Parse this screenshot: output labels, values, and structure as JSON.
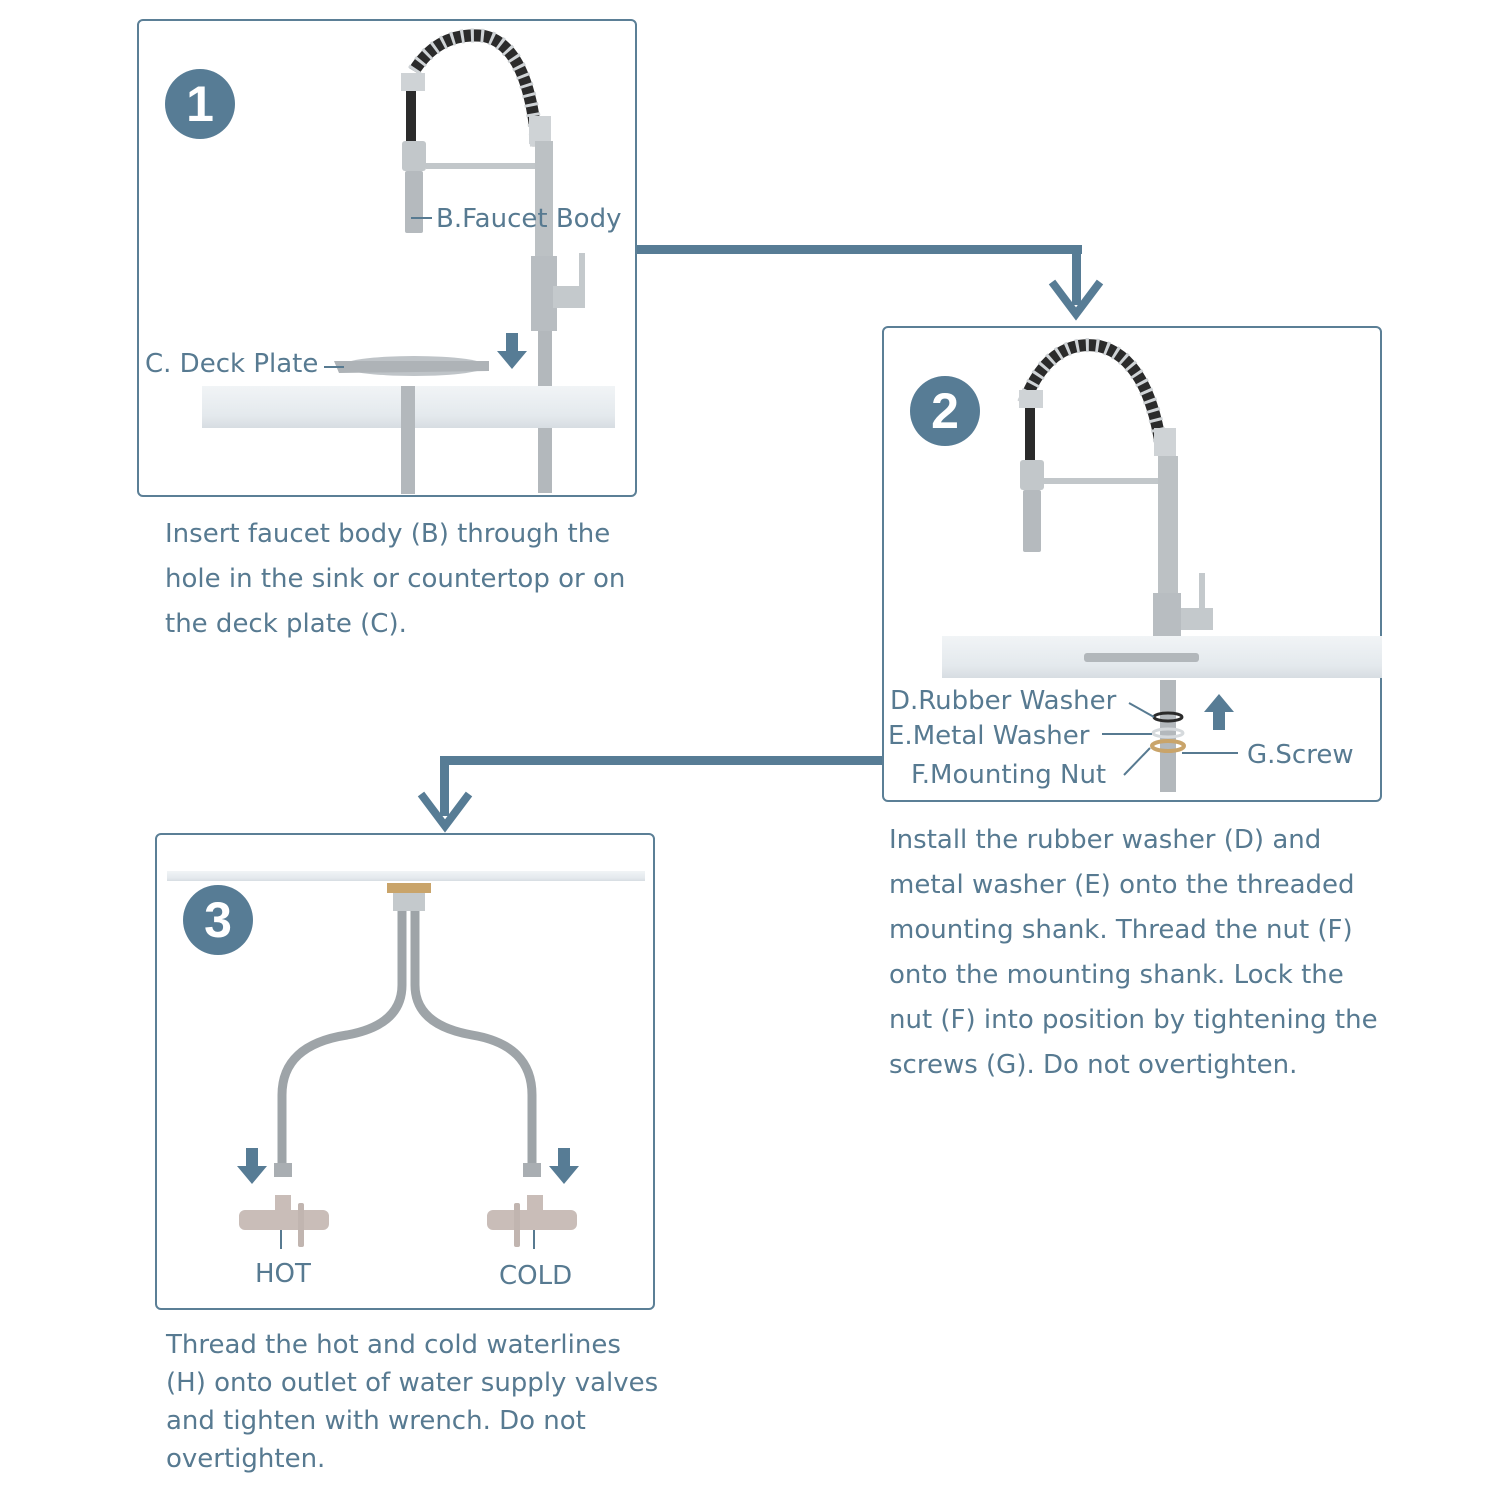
{
  "colors": {
    "accent": "#577c95",
    "text": "#577a91",
    "panel_border": "#5b7f96",
    "steel": "#b9bec2",
    "hose_black": "#2b2b2b",
    "brass": "#c9a46a"
  },
  "steps": [
    {
      "number": "1",
      "labels": {
        "faucet_body": "B.Faucet Body",
        "deck_plate": "C. Deck Plate"
      },
      "arrow_direction": "down",
      "description": "Insert faucet body (B) through the hole in the sink or countertop or on the deck plate (C).",
      "description_lines": [
        "Insert faucet body (B) through the",
        "hole in the sink or countertop or on",
        "the deck plate (C)."
      ]
    },
    {
      "number": "2",
      "labels": {
        "rubber_washer": "D.Rubber Washer",
        "metal_washer": "E.Metal Washer",
        "mounting_nut": "F.Mounting Nut",
        "screw": "G.Screw"
      },
      "arrow_direction": "up",
      "description_lines": [
        "Install the rubber washer (D) and",
        "metal washer (E) onto the threaded",
        "mounting shank. Thread the nut (F)",
        "onto the mounting shank. Lock the",
        "nut (F) into position by tightening the",
        "screws (G). Do not overtighten."
      ]
    },
    {
      "number": "3",
      "labels": {
        "hot": "HOT",
        "cold": "COLD"
      },
      "arrow_direction": "down",
      "description_lines": [
        "Thread the hot and cold waterlines",
        "(H) onto outlet of water supply valves",
        "and tighten with wrench. Do not",
        "overtighten."
      ]
    }
  ],
  "icons": {
    "step_arrow": "arrow-down-icon",
    "flow_arrow": "chevron-down-icon"
  }
}
